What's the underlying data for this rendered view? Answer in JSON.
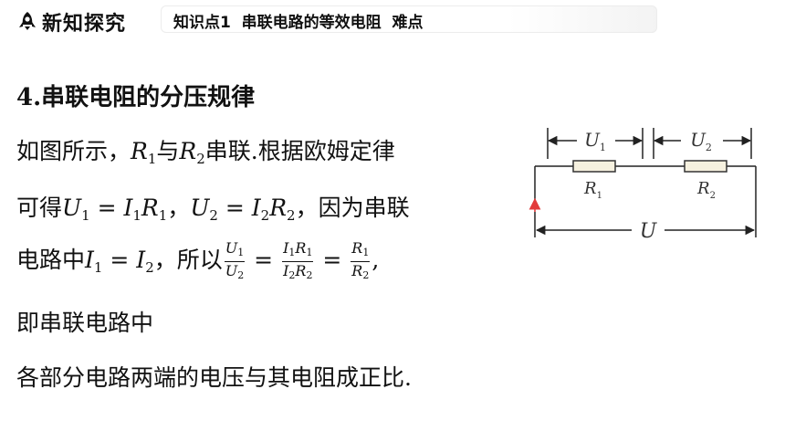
{
  "header": {
    "section": "新知探究",
    "topic": "知识点1  串联电路的等效电阻  难点"
  },
  "content": {
    "title": "4.串联电阻的分压规律",
    "line1": {
      "a": "如图所示，",
      "R": "R",
      "s1": "1",
      "b": "与",
      "s2": "2",
      "c": "串联.根据欧姆定律"
    },
    "line2": {
      "a": "可得",
      "eq1": {
        "U": "U",
        "s": "1",
        "eq": " = ",
        "I": "I",
        "R": "R"
      },
      "sep": "，",
      "eq2": {
        "U": "U",
        "s": "2",
        "eq": " = ",
        "I": "I",
        "R": "R"
      },
      "b": "，因为串联"
    },
    "line3": {
      "a": "电路中",
      "I": "I",
      "s1": "1",
      "eq": " = ",
      "s2": "2",
      "b": "，所以",
      "frac1": {
        "num": "U",
        "ns": "1",
        "den": "U",
        "ds": "2"
      },
      "equals": " = ",
      "frac2": {
        "num_a": "I",
        "num_as": "1",
        "num_b": "R",
        "num_bs": "1",
        "den_a": "I",
        "den_as": "2",
        "den_b": "R",
        "den_bs": "2"
      },
      "frac3": {
        "num": "R",
        "ns": "1",
        "den": "R",
        "ds": "2"
      },
      "end": ","
    },
    "line4": "即串联电路中",
    "line5": "各部分电路两端的电压与其电阻成正比."
  },
  "circuit": {
    "label_u1": "U",
    "label_u1_sub": "1",
    "label_u2": "U",
    "label_u2_sub": "2",
    "label_r1": "R",
    "label_r1_sub": "1",
    "label_r2": "R",
    "label_r2_sub": "2",
    "label_u": "U",
    "arrow_color": "#e23a3a"
  }
}
